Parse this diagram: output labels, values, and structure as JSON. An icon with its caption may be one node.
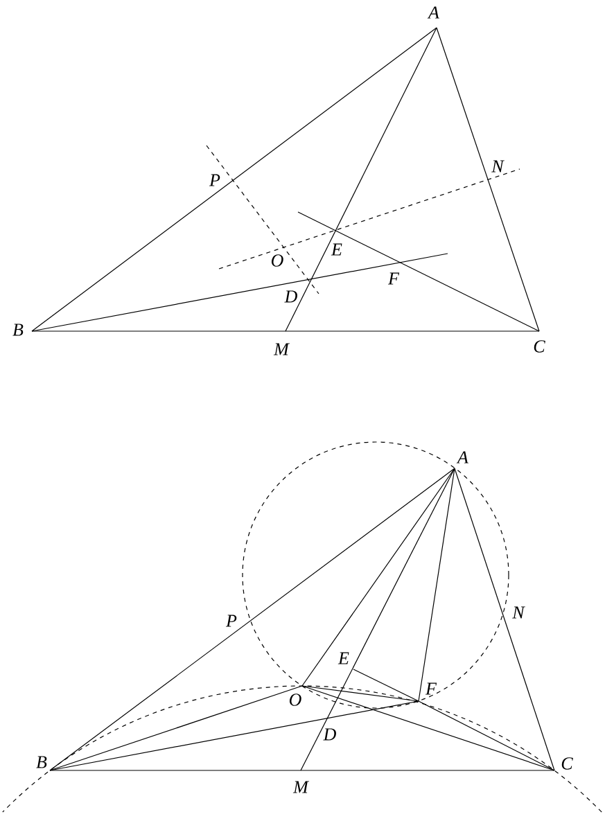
{
  "diagram": {
    "labels": [
      "A",
      "N",
      "P",
      "E",
      "O",
      "F",
      "D",
      "B",
      "M",
      "C",
      "A",
      "P",
      "N",
      "E",
      "F",
      "O",
      "D",
      "B",
      "C",
      "M"
    ]
  }
}
